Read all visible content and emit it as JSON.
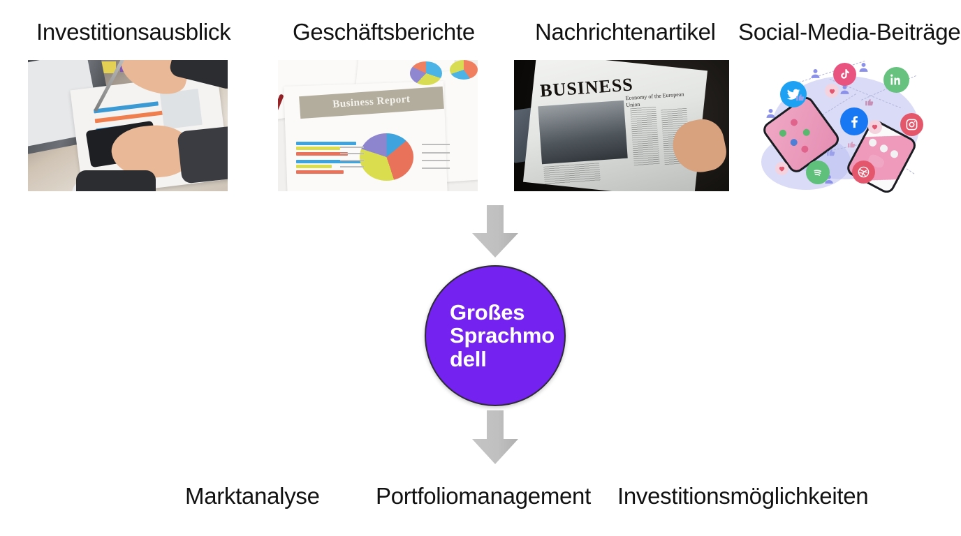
{
  "diagram": {
    "title_text_in_center": "Großes Sprachmodell",
    "center_node": {
      "label": "Großes Sprachmodell",
      "line1": "Großes",
      "line2": "Sprachmo",
      "line3": "dell",
      "fill_color": "#7322F0",
      "border_color": "#2d2a35",
      "text_color": "#FFFFFF"
    },
    "arrow_color": "#bcbcbc",
    "inputs": [
      {
        "label": "Investitionsausblick",
        "image_name": "photo-hands-analyzing-charts-with-pen-and-smartphone",
        "image_alt": "Hände mit Stift über Diagrammen, Smartphone und Laptop"
      },
      {
        "label": "Geschäftsberichte",
        "image_name": "photo-business-report-documents-with-pie-and-bar-charts",
        "image_alt": "Business Report Dokument mit Kreis- und Balkendiagrammen",
        "image_text": "Business Report"
      },
      {
        "label": "Nachrichtenartikel",
        "image_name": "photo-person-holding-business-newspaper",
        "image_alt": "Person hält eine Zeitung mit der Überschrift BUSINESS",
        "image_text": "BUSINESS",
        "image_subtext": "Economy of the European Union"
      },
      {
        "label": "Social-Media-Beiträge",
        "image_name": "illustration-social-media-network-icons-and-smartphones",
        "image_alt": "Illustration eines Social-Media-Netzwerks mit Smartphones und Plattform-Logos",
        "icons": [
          "twitter-icon",
          "tiktok-icon",
          "linkedin-icon",
          "facebook-icon",
          "instagram-icon",
          "spotify-icon",
          "dribbble-icon",
          "heart-icon",
          "thumbs-up-icon",
          "user-avatar-icon"
        ]
      }
    ],
    "outputs": [
      {
        "label": "Marktanalyse"
      },
      {
        "label": "Portfoliomanagement"
      },
      {
        "label": "Investitionsmöglichkeiten"
      }
    ]
  }
}
